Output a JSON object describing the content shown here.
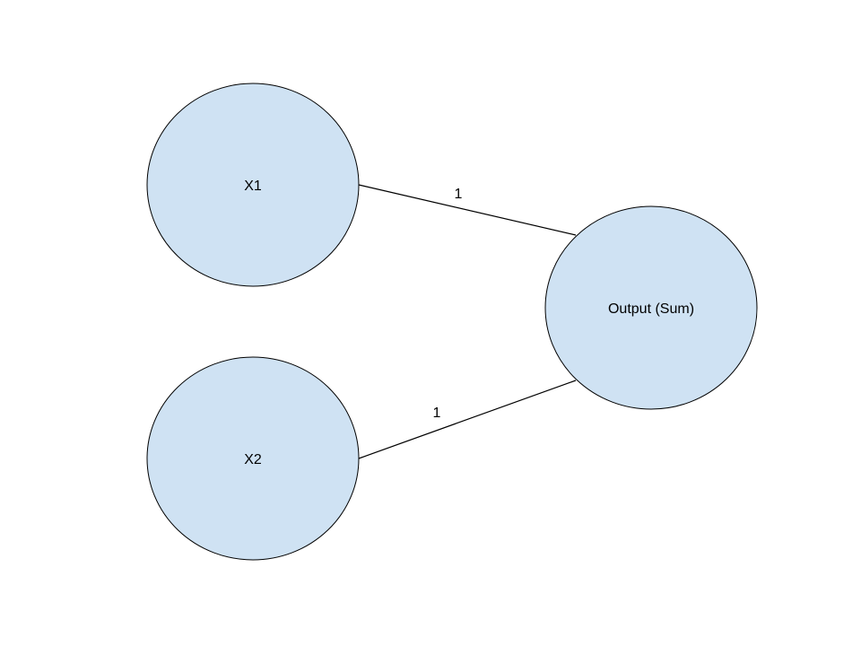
{
  "colors": {
    "node_fill": "#cfe2f3",
    "stroke": "#000000",
    "background": "#ffffff"
  },
  "nodes": [
    {
      "id": "x1",
      "label": "X1"
    },
    {
      "id": "x2",
      "label": "X2"
    },
    {
      "id": "output",
      "label": "Output (Sum)"
    }
  ],
  "edges": [
    {
      "from": "x1",
      "to": "output",
      "weight_label": "1"
    },
    {
      "from": "x2",
      "to": "output",
      "weight_label": "1"
    }
  ]
}
